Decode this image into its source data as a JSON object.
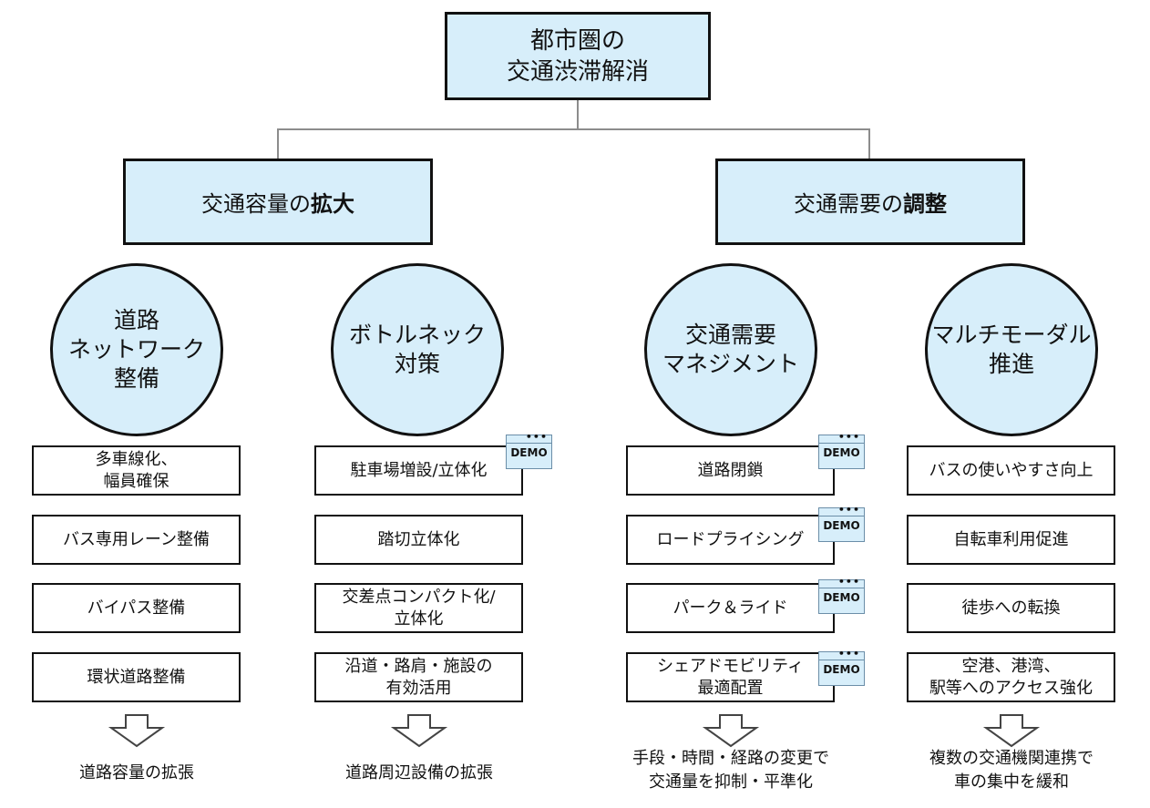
{
  "root": {
    "line1": "都市圏の",
    "line2": "交通渋滞解消"
  },
  "left_branch": {
    "prefix": "交通容量の",
    "emph": "拡大"
  },
  "right_branch": {
    "prefix": "交通需要の",
    "emph": "調整"
  },
  "columns": [
    {
      "circle": [
        "道路",
        "ネットワーク",
        "整備"
      ],
      "items": [
        [
          "多車線化、",
          "幅員確保"
        ],
        [
          "バス専用レーン整備"
        ],
        [
          "バイパス整備"
        ],
        [
          "環状道路整備"
        ]
      ],
      "outcome": [
        "道路容量の拡張"
      ]
    },
    {
      "circle": [
        "ボトルネック",
        "対策"
      ],
      "items": [
        [
          "駐車場増設/立体化"
        ],
        [
          "踏切立体化"
        ],
        [
          "交差点コンパクト化/",
          "立体化"
        ],
        [
          "沿道・路肩・施設の",
          "有効活用"
        ]
      ],
      "outcome": [
        "道路周辺設備の拡張"
      ]
    },
    {
      "circle": [
        "交通需要",
        "マネジメント"
      ],
      "items": [
        [
          "道路閉鎖"
        ],
        [
          "ロードプライシング"
        ],
        [
          "パーク＆ライド"
        ],
        [
          "シェアドモビリティ",
          "最適配置"
        ]
      ],
      "outcome": [
        "手段・時間・経路の変更で",
        "交通量を抑制・平準化"
      ]
    },
    {
      "circle": [
        "マルチモーダル",
        "推進"
      ],
      "items": [
        [
          "バスの使いやすさ向上"
        ],
        [
          "自転車利用促進"
        ],
        [
          "徒歩への転換"
        ],
        [
          "空港、港湾、",
          "駅等へのアクセス強化"
        ]
      ],
      "outcome": [
        "複数の交通機関連携で",
        "車の集中を緩和"
      ]
    }
  ],
  "demo_badge": {
    "label": "DEMO",
    "dots": "•••"
  },
  "colors": {
    "box_fill": "#d7eefa",
    "border": "#111111",
    "connector": "#8c8c8c",
    "demo_border": "#6b8ea8"
  }
}
